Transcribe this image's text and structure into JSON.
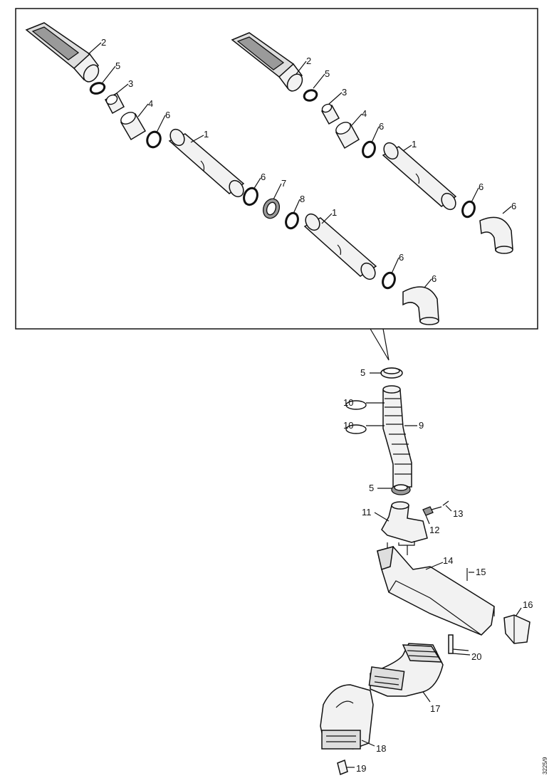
{
  "diagram": {
    "labels": {
      "inset_left": {
        "l2": "2",
        "l5": "5",
        "l3": "3",
        "l4": "4",
        "l6a": "6",
        "l1a": "1",
        "l6b": "6",
        "l7": "7",
        "l8": "8",
        "l1b": "1",
        "l6c": "6",
        "l6d": "6"
      },
      "inset_right": {
        "l2": "2",
        "l5": "5",
        "l3": "3",
        "l4": "4",
        "l6a": "6",
        "l1": "1",
        "l6b": "6",
        "l6c": "6"
      },
      "main": {
        "l5a": "5",
        "l10a": "10",
        "l10b": "10",
        "l9": "9",
        "l5b": "5",
        "l11": "11",
        "l12": "12",
        "l13": "13",
        "l14": "14",
        "l15": "15",
        "l16": "16",
        "l20": "20",
        "l17": "17",
        "l18": "18",
        "l19": "19"
      }
    },
    "drawing_code": "3225/9"
  }
}
